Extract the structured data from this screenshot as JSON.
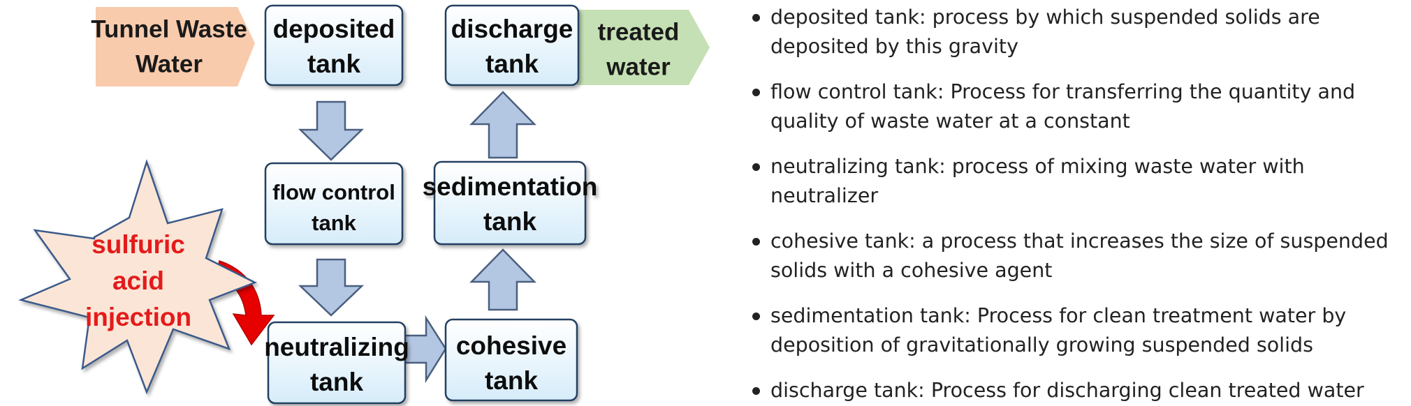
{
  "diagram": {
    "input_label": [
      "Tunnel Waste",
      "Water"
    ],
    "output_label": [
      "treated",
      "water"
    ],
    "injection_label": [
      "sulfuric",
      "acid",
      "injection"
    ],
    "tanks": {
      "deposited": [
        "deposited",
        "tank"
      ],
      "flow_control": [
        "flow control",
        "tank"
      ],
      "neutralizing": [
        "neutralizing",
        "tank"
      ],
      "cohesive": [
        "cohesive",
        "tank"
      ],
      "sedimentation": [
        "sedimentation",
        "tank"
      ],
      "discharge": [
        "discharge",
        "tank"
      ]
    },
    "colors": {
      "input_fill": "#f8cbad",
      "output_fill": "#c5e0b4",
      "tank_fill_top": "#ffffff",
      "tank_fill_bottom": "#d6ecfa",
      "tank_border": "#243f60",
      "flow_arrow_fill": "#b3c6e2",
      "injection_arrow": "#e60000",
      "injection_text": "#e31b1b"
    }
  },
  "description": [
    "deposited tank: process by which suspended solids are deposited by this gravity",
    "flow control tank: Process for transferring the quantity and quality of waste water at a constant",
    "neutralizing tank: process of mixing waste water with neutralizer",
    "cohesive tank: a process that increases the size of suspended solids with a cohesive agent",
    "sedimentation tank: Process for clean treatment water by deposition of gravitationally growing suspended solids",
    "discharge tank: Process for discharging clean treated water"
  ]
}
